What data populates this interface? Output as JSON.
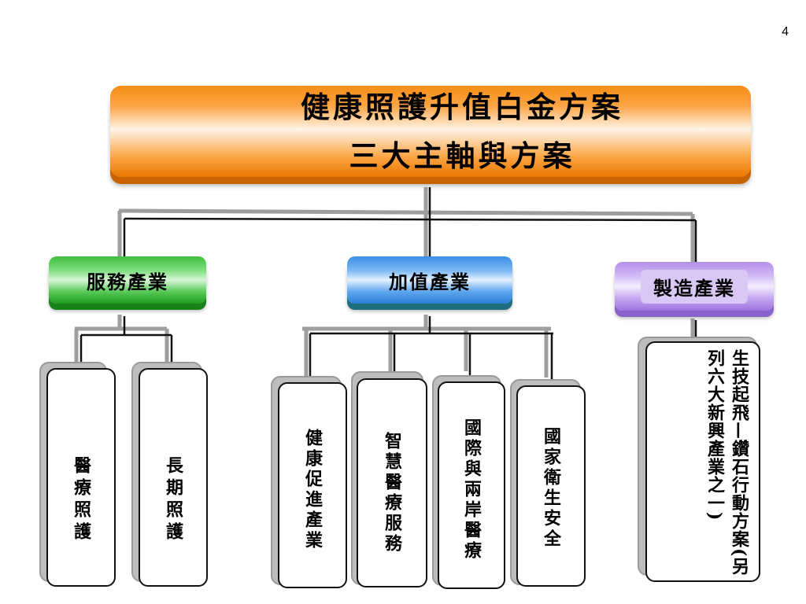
{
  "page_number": "4",
  "title": {
    "line1": "健康照護升值白金方案",
    "line2": "三大主軸與方案"
  },
  "categories": [
    {
      "label": "服務產業",
      "color": "#3fbf3f",
      "items": [
        "醫療照護",
        "長期照護"
      ]
    },
    {
      "label": "加值產業",
      "color": "#3d8fe6",
      "items": [
        "健康促進產業",
        "智慧醫療服務",
        "國際與兩岸醫療",
        "國家衛生安全"
      ]
    },
    {
      "label": "製造產業",
      "color": "#b48fe8",
      "items": [
        "生技起飛—鑽石行動方案(另列六大新興產業之一)"
      ]
    }
  ],
  "title_color": "#f58d16"
}
